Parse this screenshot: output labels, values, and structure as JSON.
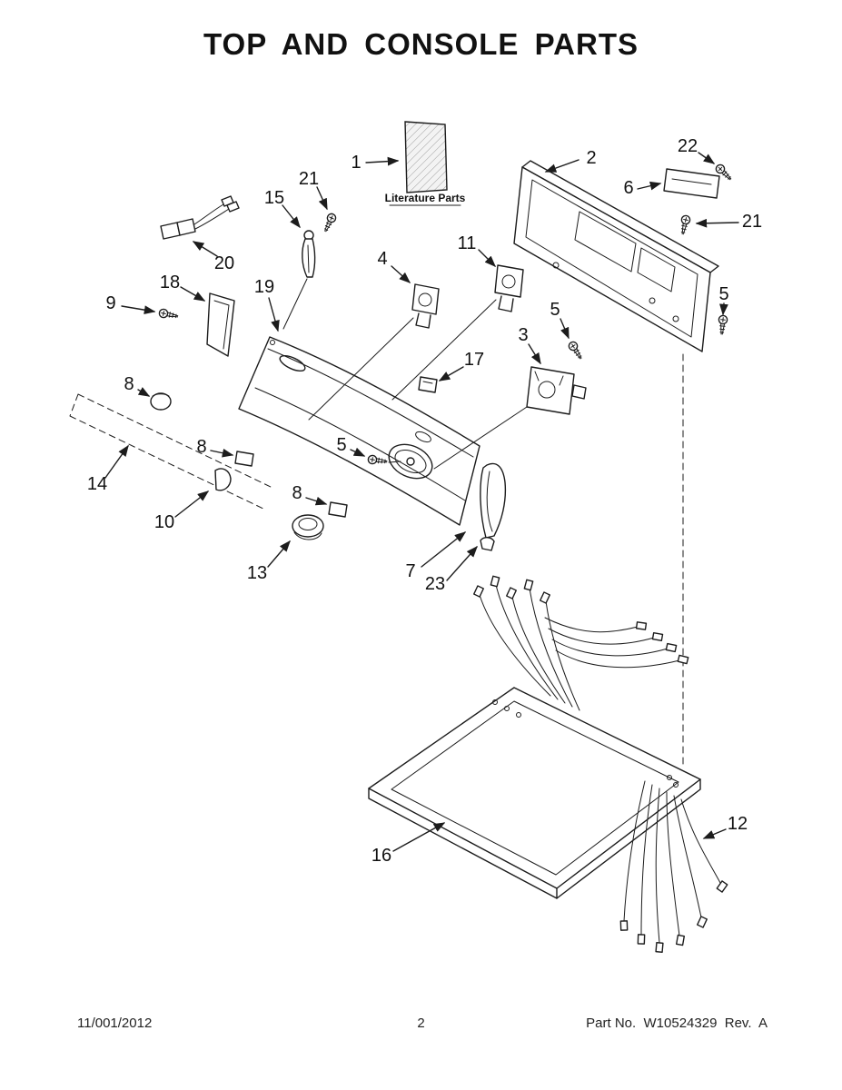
{
  "page": {
    "title": "TOP AND CONSOLE PARTS",
    "footer": {
      "date": "11/001/2012",
      "page_number": "2",
      "part_info": "Part No.  W10524329  Rev.  A"
    }
  },
  "diagram": {
    "literature_parts_label": "Literature Parts",
    "callouts": {
      "n1": "1",
      "n2": "2",
      "n3": "3",
      "n4": "4",
      "n5": "5",
      "n6": "6",
      "n7": "7",
      "n8": "8",
      "n9": "9",
      "n10": "10",
      "n11": "11",
      "n12": "12",
      "n13": "13",
      "n14": "14",
      "n15": "15",
      "n16": "16",
      "n17": "17",
      "n18": "18",
      "n19": "19",
      "n20": "20",
      "n21": "21",
      "n22": "22",
      "n23": "23"
    }
  },
  "colors": {
    "ink": "#1c1c1c",
    "background": "#ffffff"
  }
}
